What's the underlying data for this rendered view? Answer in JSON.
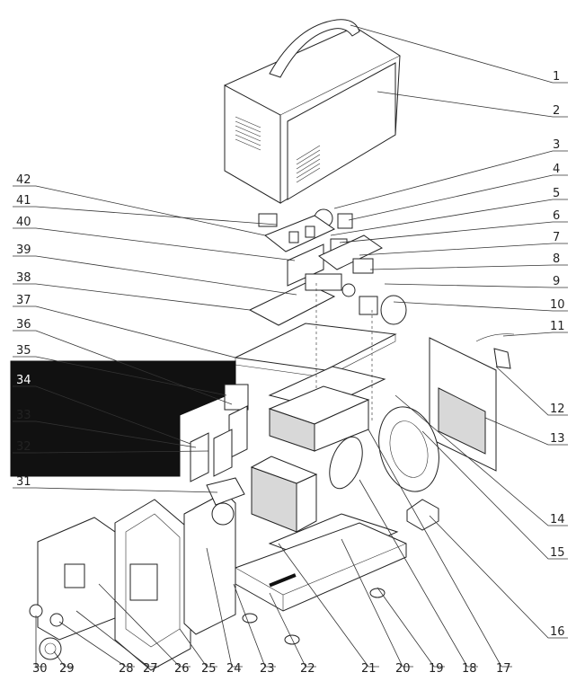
{
  "labels": [
    "1",
    "2",
    "3",
    "4",
    "5",
    "6",
    "7",
    "8",
    "9",
    "10",
    "11",
    "12",
    "13",
    "14",
    "15",
    "16",
    "17",
    "18",
    "19",
    "20",
    "21",
    "22",
    "23",
    "24",
    "25",
    "26",
    "27",
    "28",
    "29",
    "30",
    "31",
    "32",
    "33",
    "34",
    "35",
    "36",
    "37",
    "38",
    "39",
    "40",
    "41",
    "42"
  ]
}
